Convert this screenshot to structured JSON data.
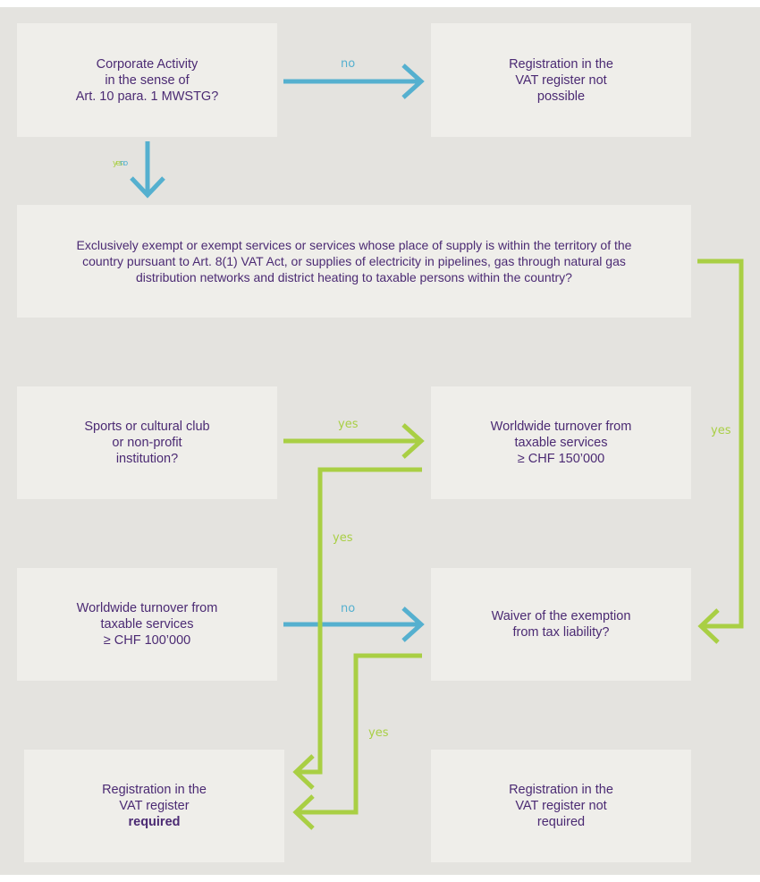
{
  "colors": {
    "background": "#e4e3df",
    "box": "#efeeea",
    "text": "#4b2a73",
    "arrow_no": "#55b0cf",
    "arrow_yes": "#a9cf44"
  },
  "boxes": {
    "corporate_activity": [
      "Corporate Activity",
      "in the sense of",
      "Art. 10 para. 1 MWSTG?"
    ],
    "not_possible": [
      "Registration in the",
      "VAT register not",
      "possible"
    ],
    "exempt_services": [
      "Exclusively exempt or exempt services or services whose place of supply is within the territory of the",
      "country pursuant to Art. 8(1) VAT Act, or supplies of electricity in pipelines, gas through natural gas",
      "distribution networks and district heating to taxable persons within the country?"
    ],
    "sports_club": [
      "Sports or cultural club",
      "or non-profit",
      "institution?"
    ],
    "turnover_150": [
      "Worldwide turnover from",
      "taxable services",
      "≥ CHF 150’000"
    ],
    "turnover_100": [
      "Worldwide turnover from",
      "taxable services",
      "≥ CHF 100’000"
    ],
    "waiver": [
      "Waiver of the exemption",
      "from tax liability?"
    ],
    "required": [
      "Registration in the",
      "VAT register",
      "required"
    ],
    "not_required": [
      "Registration in the",
      "VAT register not",
      "required"
    ]
  },
  "labels": {
    "no_top": "no",
    "yes_down_top": "yes",
    "no_down_top": "no",
    "yes_sports": "yes",
    "yes_right": "yes",
    "yes_150": "yes",
    "no_100": "no",
    "yes_waiver": "yes"
  }
}
